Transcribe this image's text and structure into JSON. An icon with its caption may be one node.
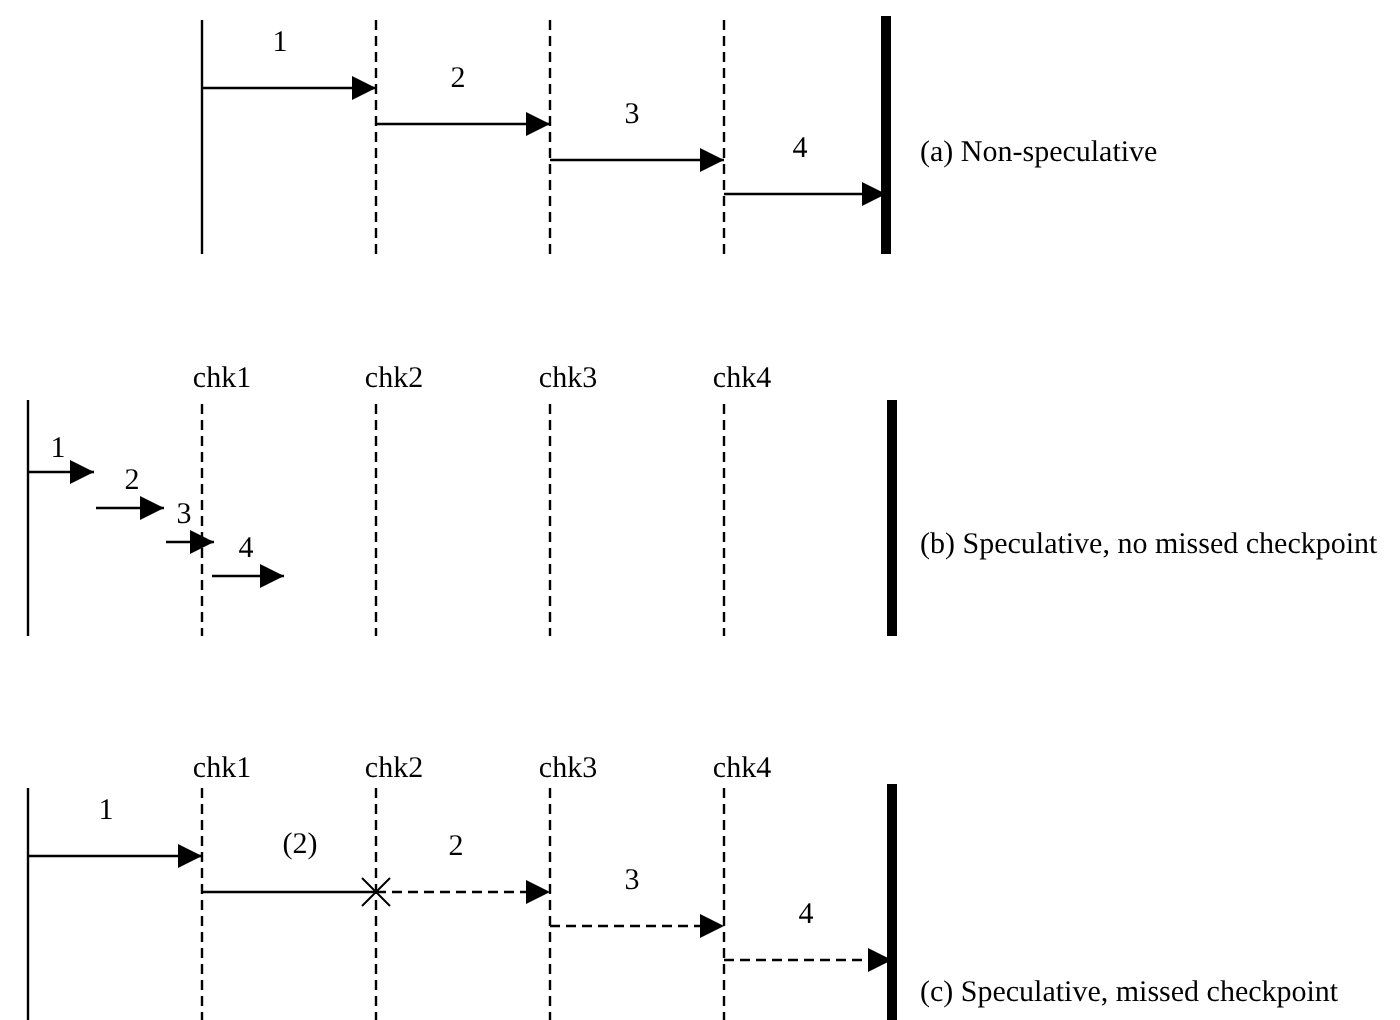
{
  "diagram": {
    "labels": [
      "1",
      "2",
      "3",
      "4",
      "(a) Non-speculative",
      "chk1",
      "chk2",
      "chk3",
      "chk4",
      "1",
      "2",
      "3",
      "4",
      "(b) Speculative, no missed checkpoint",
      "chk1",
      "chk2",
      "chk3",
      "chk4",
      "1",
      "(2)",
      "2",
      "3",
      "4",
      "(c) Speculative, missed checkpoint"
    ]
  }
}
